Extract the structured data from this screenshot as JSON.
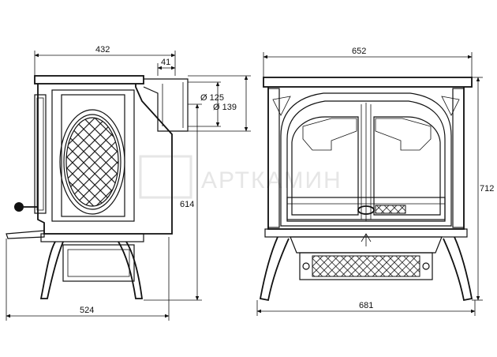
{
  "watermark": {
    "text": "АРТКАМИН"
  },
  "side_view": {
    "dimensions": {
      "top_depth": "432",
      "flue_offset": "41",
      "flue_inner_diameter": "Ø 125",
      "flue_outer_diameter": "Ø 139",
      "flue_height": "614",
      "base_depth": "524"
    }
  },
  "front_view": {
    "dimensions": {
      "top_width": "652",
      "total_height": "712",
      "base_width": "681"
    }
  },
  "colors": {
    "line": "#111111",
    "background": "#ffffff",
    "watermark": "#e6e6e6"
  }
}
